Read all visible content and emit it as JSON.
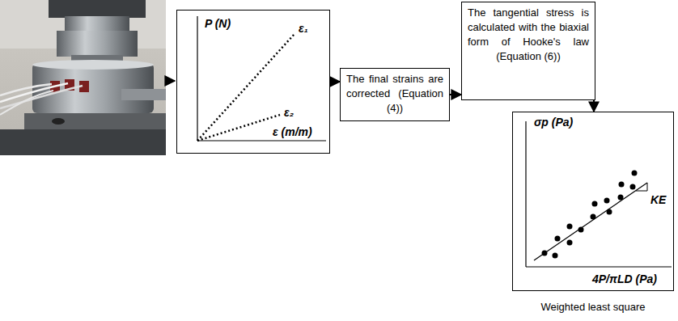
{
  "diagram": {
    "nodes": [
      {
        "text": [
          "P (N)",
          "ε (m/m)",
          "ε₁",
          "ε₂"
        ]
      },
      {
        "text": [
          "The final strains are corrected (Equation (4))"
        ]
      },
      {
        "text": [
          "The tangential stress is calculated with the biaxial form of Hooke's law (Equation (6))"
        ]
      },
      {
        "text": [
          "σp (Pa)",
          "KE",
          "4P/πLD (Pa)"
        ]
      }
    ],
    "edges": [
      {
        "from": 0,
        "to": 1,
        "arrow": "to"
      },
      {
        "from": 1,
        "to": 2,
        "arrow": "to"
      },
      {
        "from": 2,
        "to": 3,
        "arrow": "to"
      }
    ],
    "labels": [
      "Weighted least square"
    ]
  }
}
